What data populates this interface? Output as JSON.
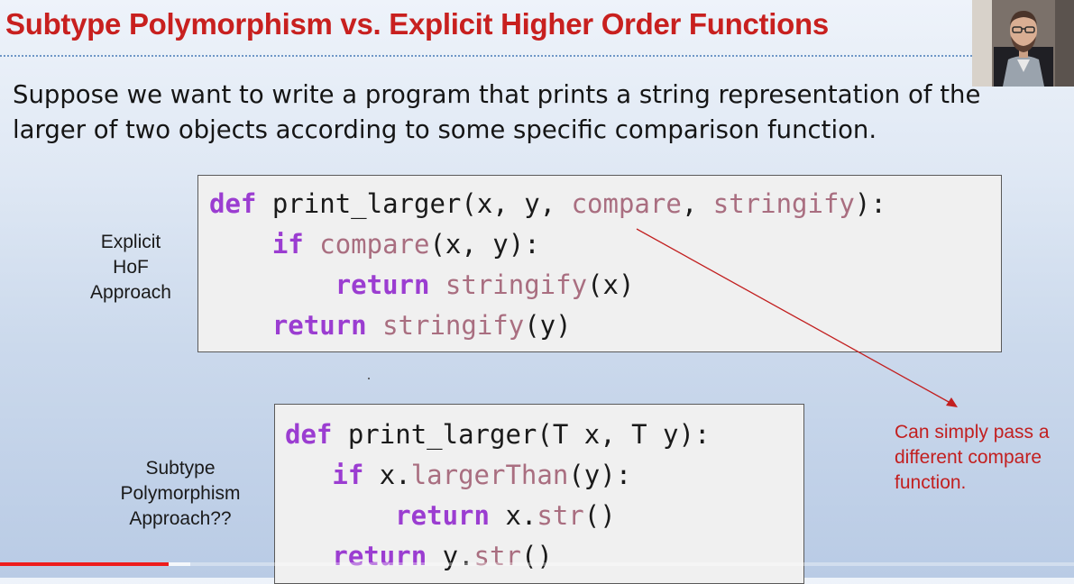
{
  "slide": {
    "title": "Subtype Polymorphism vs. Explicit Higher Order Functions",
    "intro": "Suppose we want to write a program that prints a string representation of the\nlarger of two objects according to some specific comparison function.",
    "hof": {
      "label": "Explicit\nHoF\nApproach",
      "lines": [
        [
          {
            "t": "def",
            "c": "kw"
          },
          {
            "t": " print_larger(x, y, ",
            "c": ""
          },
          {
            "t": "compare",
            "c": "fn"
          },
          {
            "t": ", ",
            "c": ""
          },
          {
            "t": "stringify",
            "c": "fn"
          },
          {
            "t": "):",
            "c": ""
          }
        ],
        [
          {
            "t": "    ",
            "c": ""
          },
          {
            "t": "if",
            "c": "kw"
          },
          {
            "t": " ",
            "c": ""
          },
          {
            "t": "compare",
            "c": "fn"
          },
          {
            "t": "(x, y):",
            "c": ""
          }
        ],
        [
          {
            "t": "        ",
            "c": ""
          },
          {
            "t": "return",
            "c": "kw"
          },
          {
            "t": " ",
            "c": ""
          },
          {
            "t": "stringify",
            "c": "fn"
          },
          {
            "t": "(x)",
            "c": ""
          }
        ],
        [
          {
            "t": "    ",
            "c": ""
          },
          {
            "t": "return",
            "c": "kw"
          },
          {
            "t": " ",
            "c": ""
          },
          {
            "t": "stringify",
            "c": "fn"
          },
          {
            "t": "(y)",
            "c": ""
          }
        ]
      ]
    },
    "subtype": {
      "label": "Subtype\nPolymorphism\nApproach??",
      "lines": [
        [
          {
            "t": "def",
            "c": "kw"
          },
          {
            "t": " print_larger(T x, T y):",
            "c": ""
          }
        ],
        [
          {
            "t": "   ",
            "c": ""
          },
          {
            "t": "if",
            "c": "kw"
          },
          {
            "t": " x.",
            "c": ""
          },
          {
            "t": "largerThan",
            "c": "fn"
          },
          {
            "t": "(y):",
            "c": ""
          }
        ],
        [
          {
            "t": "       ",
            "c": ""
          },
          {
            "t": "return",
            "c": "kw"
          },
          {
            "t": " x.",
            "c": ""
          },
          {
            "t": "str",
            "c": "fn"
          },
          {
            "t": "()",
            "c": ""
          }
        ],
        [
          {
            "t": "   ",
            "c": ""
          },
          {
            "t": "return",
            "c": "kw"
          },
          {
            "t": " y.",
            "c": ""
          },
          {
            "t": "str",
            "c": "fn"
          },
          {
            "t": "()",
            "c": ""
          }
        ]
      ]
    },
    "annotation": "Can simply pass a\ndifferent compare\nfunction."
  },
  "colors": {
    "title": "#c8201f",
    "keyword": "#9b3dd1",
    "function_name": "#a96e80",
    "annotation": "#c21f1f",
    "progress_played": "#ee1c1c"
  },
  "player": {
    "progress_fraction": 0.157,
    "buffered_fraction": 0.177
  }
}
